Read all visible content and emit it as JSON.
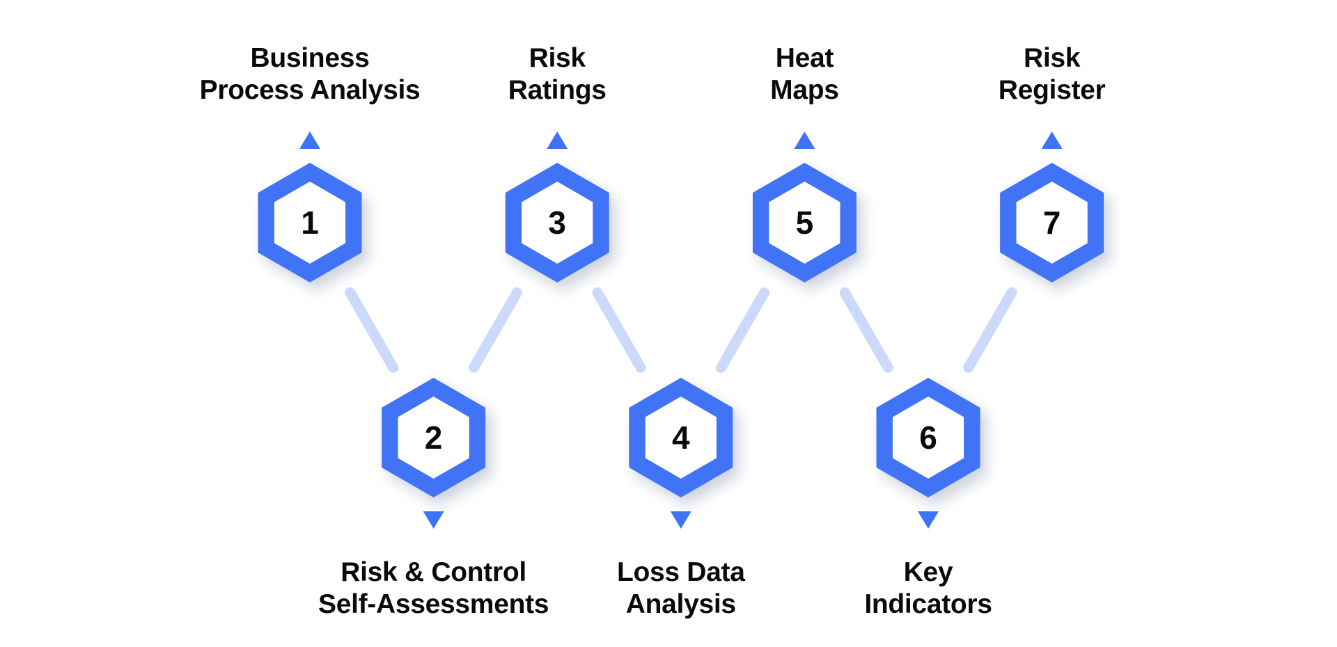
{
  "colors": {
    "hexagon": "#3f73f5",
    "connector": "#cbd9fb",
    "number_text": "#0a0a0a",
    "label_text": "#0a0a0a"
  },
  "steps": [
    {
      "number": "1",
      "label_lines": [
        "Business",
        "Process Analysis"
      ]
    },
    {
      "number": "2",
      "label_lines": [
        "Risk & Control",
        "Self-Assessments"
      ]
    },
    {
      "number": "3",
      "label_lines": [
        "Risk",
        "Ratings"
      ]
    },
    {
      "number": "4",
      "label_lines": [
        "Loss Data",
        "Analysis"
      ]
    },
    {
      "number": "5",
      "label_lines": [
        "Heat",
        "Maps"
      ]
    },
    {
      "number": "6",
      "label_lines": [
        "Key",
        "Indicators"
      ]
    },
    {
      "number": "7",
      "label_lines": [
        "Risk",
        "Register"
      ]
    }
  ]
}
